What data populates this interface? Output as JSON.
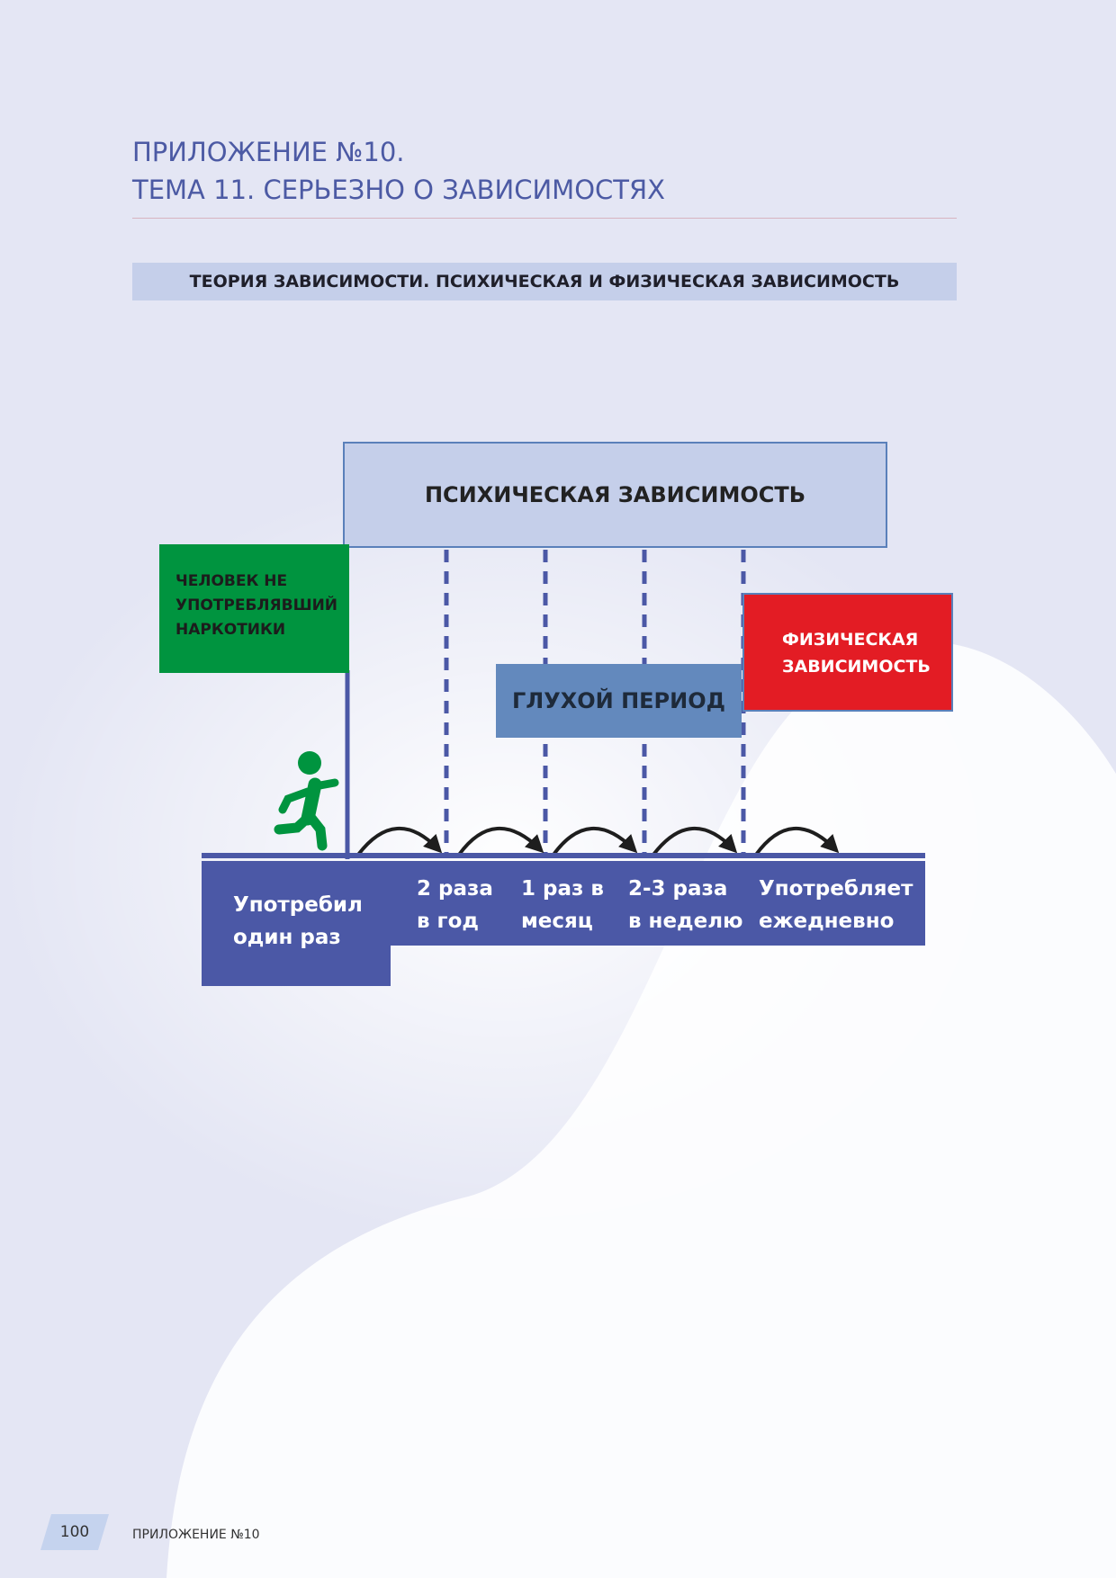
{
  "header": {
    "line1": "ПРИЛОЖЕНИЕ №10.",
    "line2": "ТЕМА 11. СЕРЬЕЗНО О ЗАВИСИМОСТЯХ"
  },
  "banner": "ТЕОРИЯ ЗАВИСИМОСТИ. ПСИХИЧЕСКАЯ И ФИЗИЧЕСКАЯ ЗАВИСИМОСТЬ",
  "diagram": {
    "psychological": "ПСИХИЧЕСКАЯ ЗАВИСИМОСТЬ",
    "never_used": "ЧЕЛОВЕК НЕ\nУПОТРЕБЛЯВШИЙ\nНАРКОТИКИ",
    "quiet_period": "ГЛУХОЙ ПЕРИОД",
    "physical": "ФИЗИЧЕСКАЯ\nЗАВИСИМОСТЬ",
    "steps": [
      "Употребил\nодин раз",
      "2 раза\nв год",
      "1 раз в\nмесяц",
      "2-3 раза\nв неделю",
      "Употребляет\nежедневно"
    ]
  },
  "colors": {
    "green": "#00943f",
    "red": "#e31c24",
    "navy": "#4b58a6",
    "light_blue": "#c5cfea",
    "mid_blue": "#6389bd"
  },
  "icons": {
    "figure": "running-person-icon",
    "arrows": "curved-arrow-icon"
  },
  "footer": {
    "page_number": "100",
    "label": "ПРИЛОЖЕНИЕ №10"
  }
}
